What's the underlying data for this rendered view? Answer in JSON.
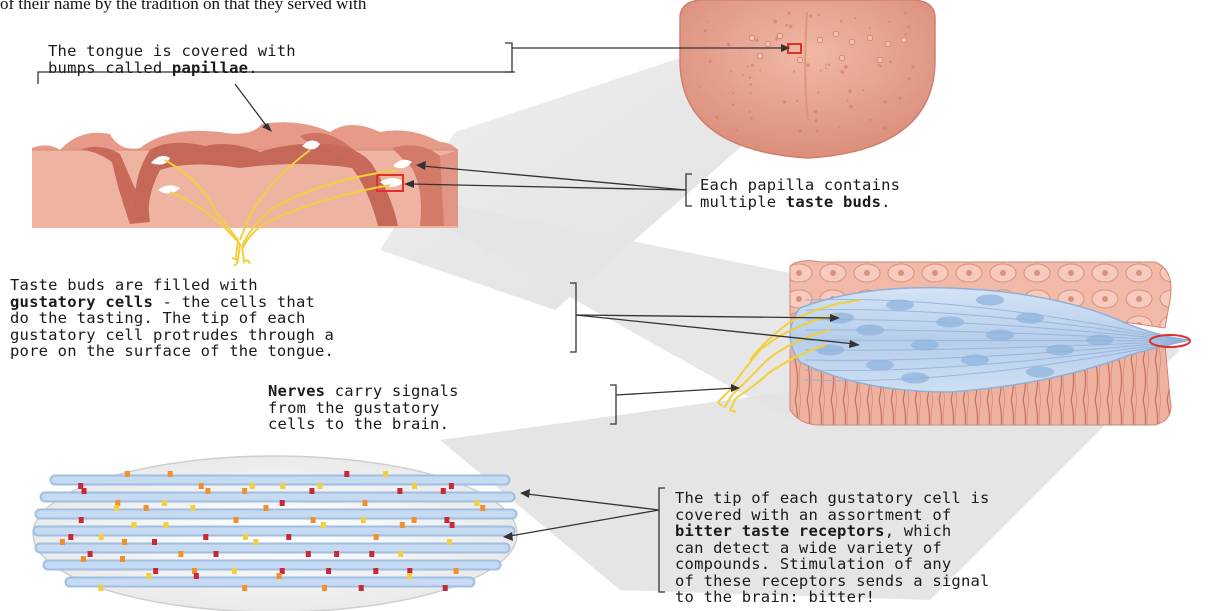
{
  "top_caption": "of their name by the tradition on that they served with",
  "captions": {
    "papillae": {
      "lines": [
        [
          {
            "t": "The tongue is covered with"
          }
        ],
        [
          {
            "t": "bumps called "
          },
          {
            "t": "papillae",
            "b": true
          },
          {
            "t": "."
          }
        ]
      ]
    },
    "taste_buds": {
      "lines": [
        [
          {
            "t": "Each papilla contains"
          }
        ],
        [
          {
            "t": "multiple "
          },
          {
            "t": "taste buds",
            "b": true
          },
          {
            "t": "."
          }
        ]
      ]
    },
    "gustatory": {
      "lines": [
        [
          {
            "t": "Taste buds are filled with"
          }
        ],
        [
          {
            "t": "gustatory cells",
            "b": true
          },
          {
            "t": " - the cells that"
          }
        ],
        [
          {
            "t": "do the tasting. The tip of each"
          }
        ],
        [
          {
            "t": "gustatory cell protrudes through a"
          }
        ],
        [
          {
            "t": "pore on the surface of the tongue."
          }
        ]
      ]
    },
    "nerves": {
      "lines": [
        [
          {
            "t": "Nerves",
            "b": true
          },
          {
            "t": " carry signals"
          }
        ],
        [
          {
            "t": "from the gustatory"
          }
        ],
        [
          {
            "t": "cells to the brain."
          }
        ]
      ]
    },
    "receptors": {
      "lines": [
        [
          {
            "t": "The tip of each gustatory cell is"
          }
        ],
        [
          {
            "t": "covered with an assortment of"
          }
        ],
        [
          {
            "t": "bitter taste receptors",
            "b": true
          },
          {
            "t": ", which"
          }
        ],
        [
          {
            "t": "can detect a wide variety of"
          }
        ],
        [
          {
            "t": "compounds. Stimulation of any"
          }
        ],
        [
          {
            "t": "of these receptors sends a signal"
          }
        ],
        [
          {
            "t": "to the brain: bitter!"
          }
        ]
      ]
    }
  },
  "colors": {
    "tongue": "#e9a896",
    "tongue_edge": "#d98b78",
    "tissue": "#efb3a2",
    "tissue_dark": "#c8695a",
    "taste_bud": "#bcd3ee",
    "taste_bud_edge": "#8fb0d8",
    "nerve": "#f2cf3c",
    "highlight_box": "#e0302a",
    "leader": "#333333",
    "shadow_wedge": "#e3e3e3",
    "receptor_red": "#c8283a",
    "receptor_orange": "#f0902c",
    "receptor_yellow": "#f2cf3c"
  }
}
